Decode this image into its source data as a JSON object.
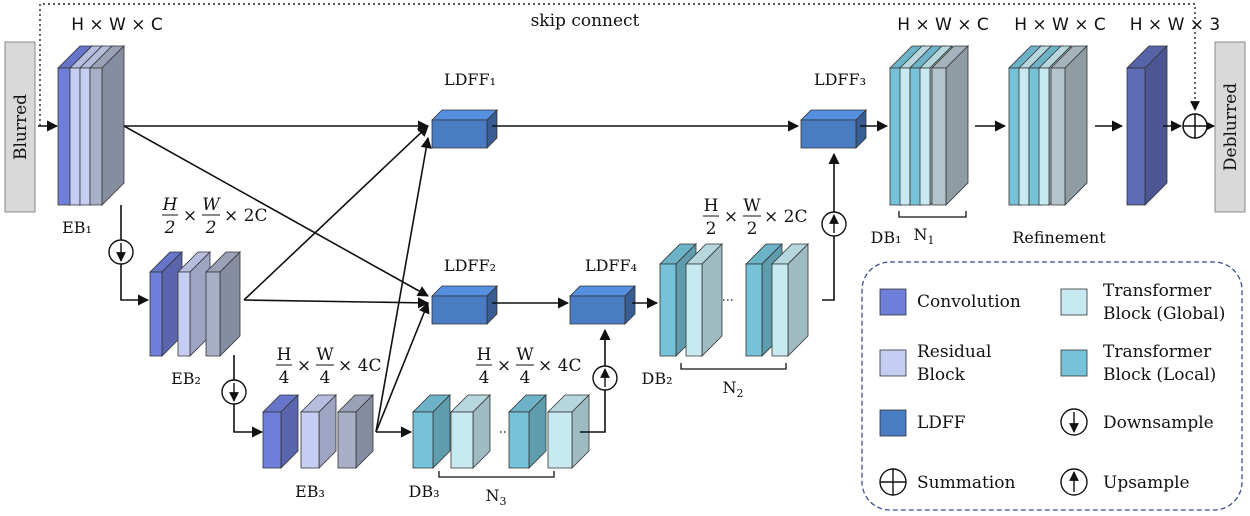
{
  "io": {
    "input": "Blurred",
    "output": "Deblurred",
    "skip": "skip connect"
  },
  "dims": {
    "full_c": "H × W × C",
    "full_3": "H × W × 3",
    "half_n1": "H",
    "half_d1": "2",
    "half_n2": "W",
    "half_d2": "2",
    "half_tail": "× 2C",
    "quarter_n1": "H",
    "quarter_d1": "4",
    "quarter_n2": "W",
    "quarter_d2": "4",
    "quarter_tail": "× 4C",
    "times": "×"
  },
  "blocks": {
    "eb1": "EB₁",
    "eb2": "EB₂",
    "eb3": "EB₃",
    "db1": "DB₁",
    "db2": "DB₂",
    "db3": "DB₃",
    "n1": "N",
    "n1_sub": "1",
    "n2": "N",
    "n2_sub": "2",
    "n3": "N",
    "n3_sub": "3",
    "refinement": "Refinement",
    "ldff1": "LDFF₁",
    "ldff2": "LDFF₂",
    "ldff3": "LDFF₃",
    "ldff4": "LDFF₄"
  },
  "legend": {
    "convolution": "Convolution",
    "residual_1": "Residual",
    "residual_2": "Block",
    "ldff": "LDFF",
    "summation": "Summation",
    "tglobal_1": "Transformer",
    "tglobal_2": "Block (Global)",
    "tlocal_1": "Transformer",
    "tlocal_2": "Block (Local)",
    "downsample": "Downsample",
    "upsample": "Upsample"
  },
  "colors": {
    "convolution": "#6f7fd9",
    "residual": "#c6cdf2",
    "ldff": "#4a7cc3",
    "transformer_global": "#c7eaf2",
    "transformer_local": "#76c3d9",
    "io_box": "#d9d9d9",
    "legend_border": "#3b4f8a"
  }
}
